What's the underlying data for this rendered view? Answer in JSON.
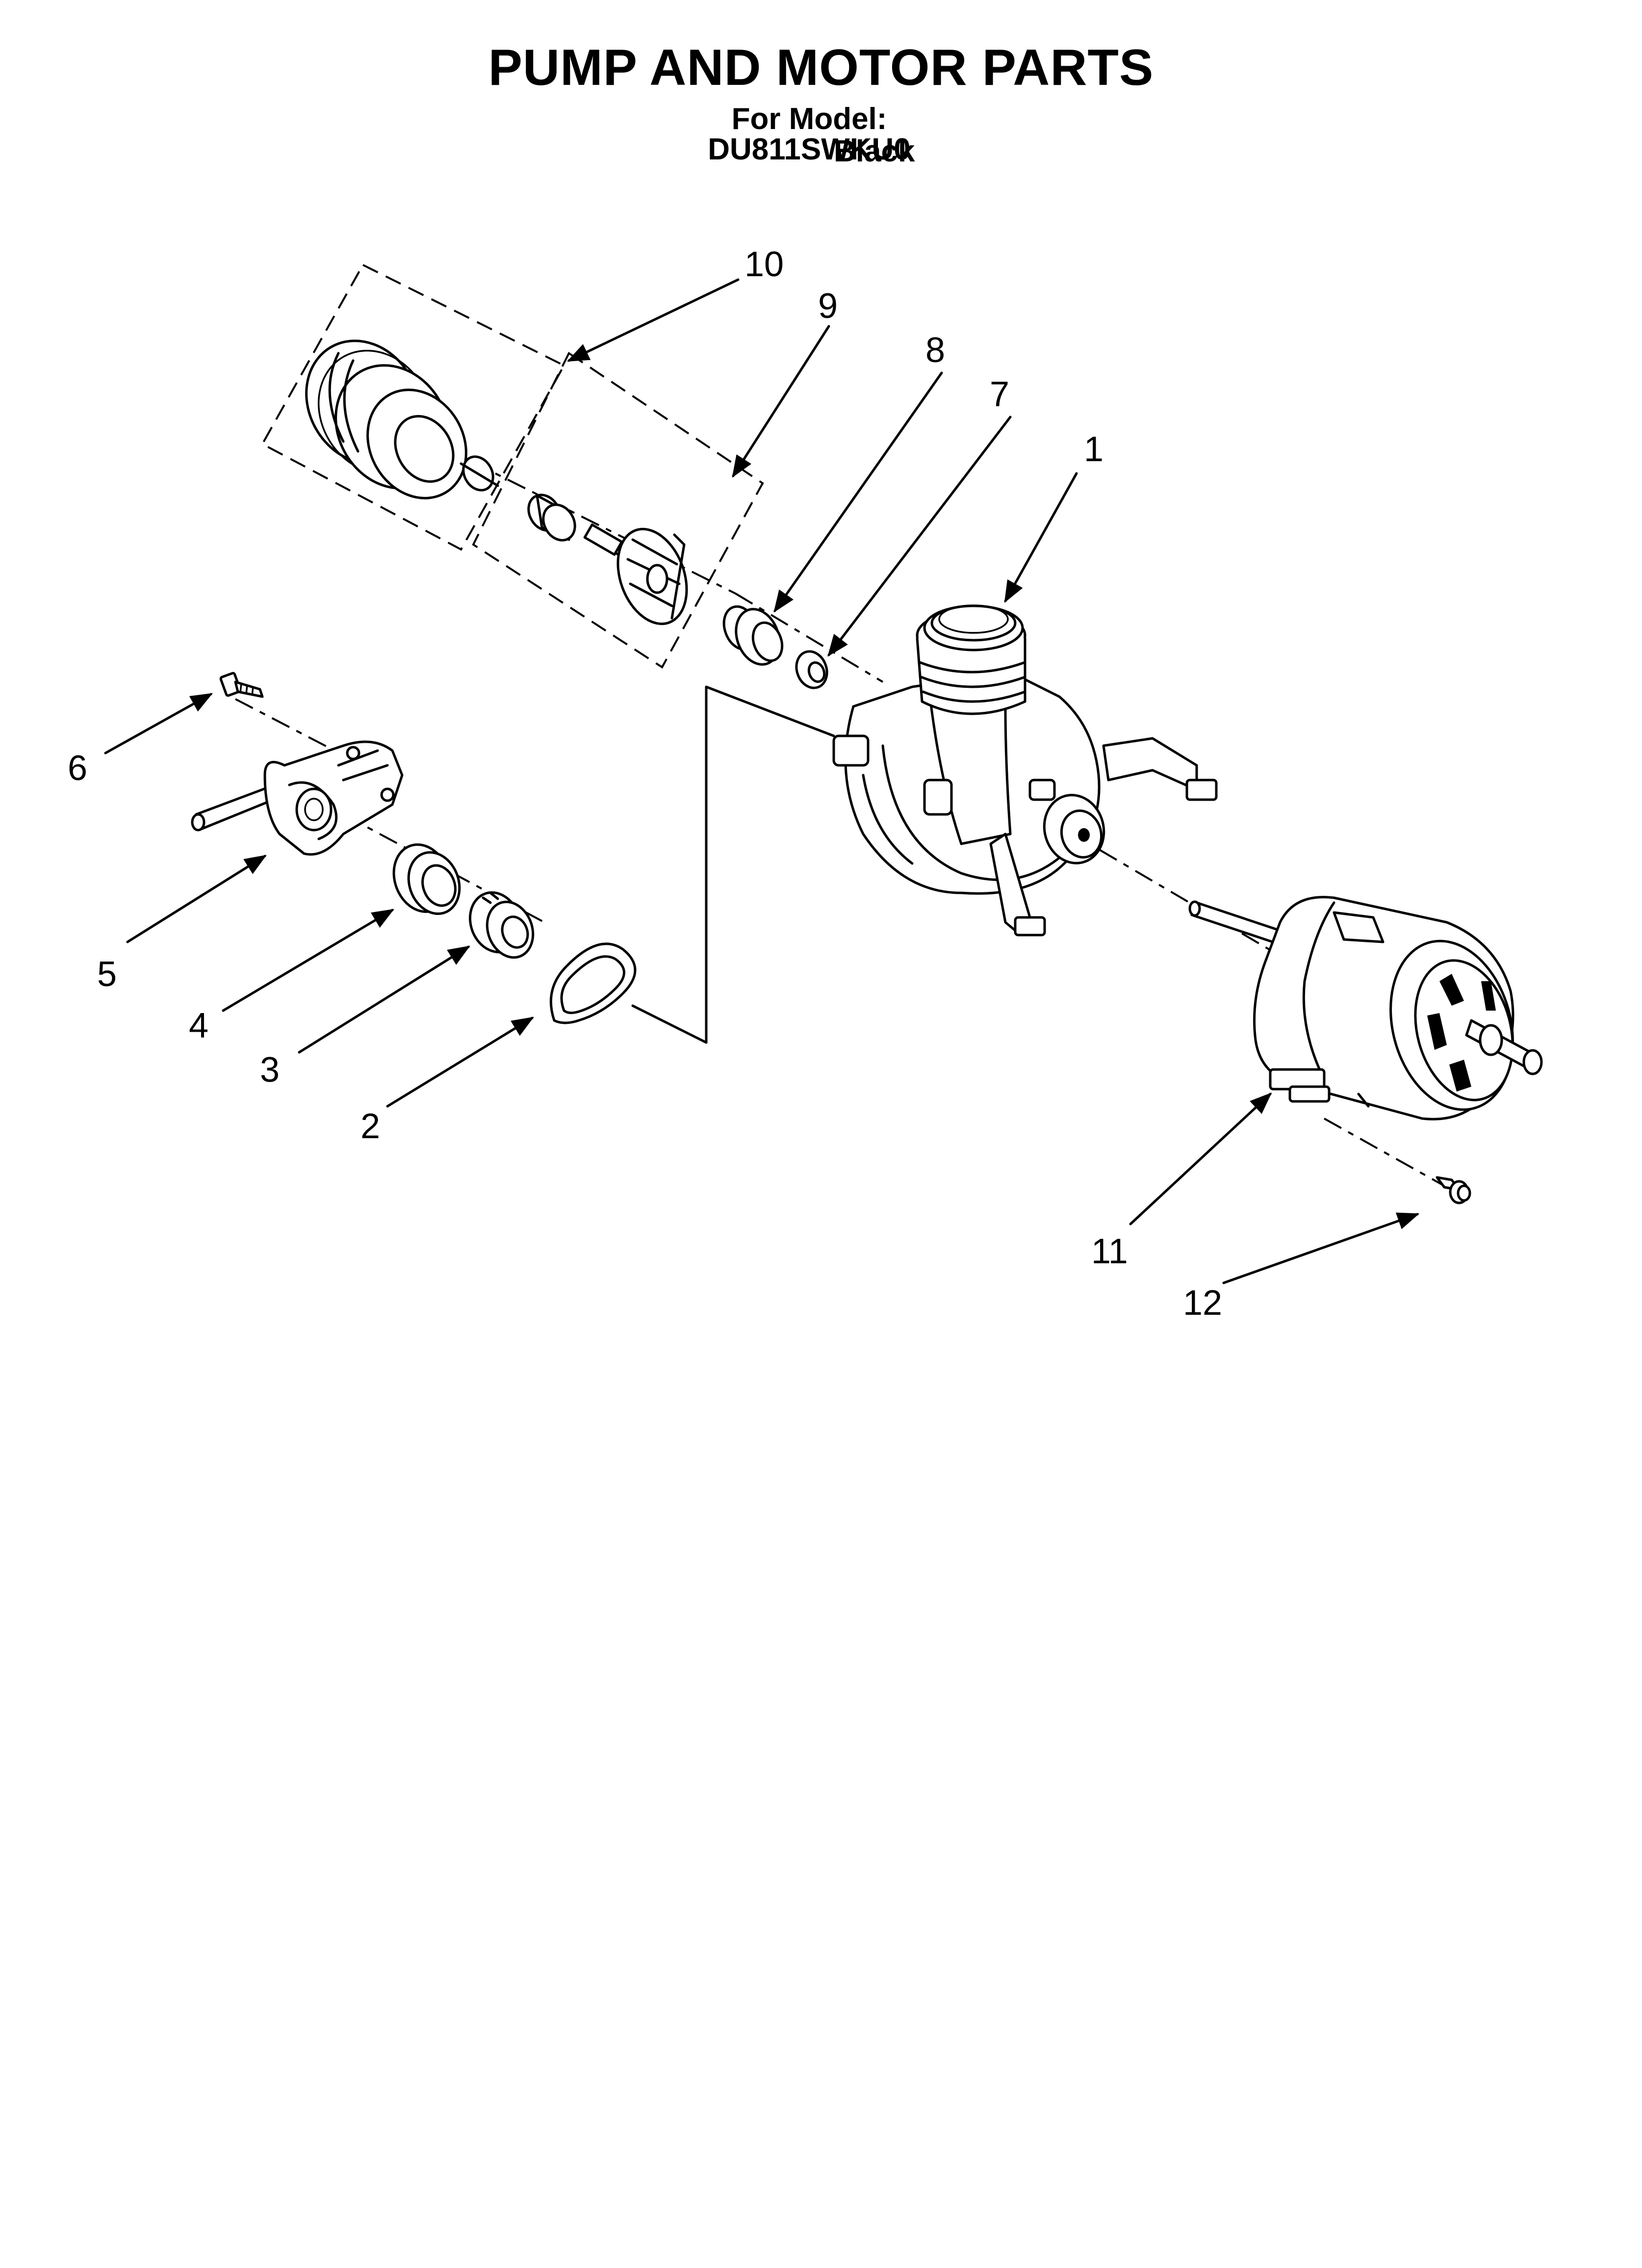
{
  "header": {
    "title": "PUMP AND MOTOR PARTS",
    "model_line": "For Model: DU811SWKU0",
    "color": "Black"
  },
  "callouts": {
    "c1": "1",
    "c2": "2",
    "c3": "3",
    "c4": "4",
    "c5": "5",
    "c6": "6",
    "c7": "7",
    "c8": "8",
    "c9": "9",
    "c10": "10",
    "c11": "11",
    "c12": "12"
  }
}
